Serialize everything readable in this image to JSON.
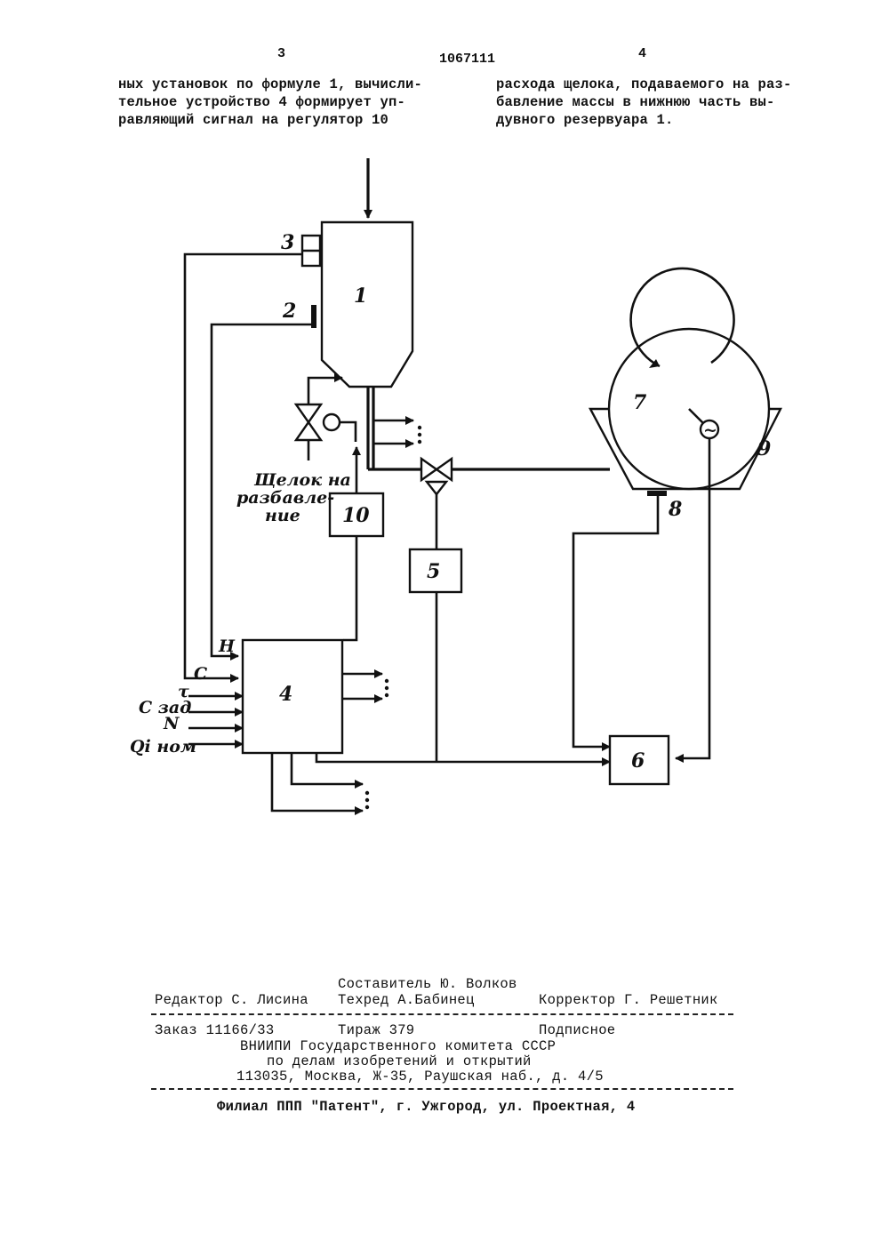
{
  "header": {
    "page_left": "3",
    "doc_number": "1067111",
    "page_right": "4"
  },
  "text": {
    "left_col": [
      "ных установок по формуле 1, вычисли-",
      "тельное устройство 4 формирует уп-",
      "равляющий сигнал на регулятор 10"
    ],
    "right_col": [
      "расхода щелока, подаваемого на раз-",
      "бавление массы в нижнюю часть вы-",
      "дувного резервуара 1."
    ]
  },
  "diagram": {
    "tank_label": "1",
    "sensor2_label": "2",
    "sensor3_label": "3",
    "computer_label": "4",
    "block5_label": "5",
    "block6_label": "6",
    "drum_label": "7",
    "sensor8_label": "8",
    "vat_label": "9",
    "regulator10_label": "10",
    "dilution_label": [
      "Щелок на",
      "разбавле-",
      "ние"
    ],
    "input_H": "H",
    "input_C": "C",
    "input_tau": "τ",
    "input_Czad": "C зад",
    "input_N": "N",
    "input_Qinom": "Qi ном",
    "motor_symbol": "~"
  },
  "footer": {
    "composer": "Составитель Ю. Волков",
    "editor": "Редактор С. Лисина",
    "techred": "Техред А.Бабинец",
    "corrector": "Корректор Г. Решетник",
    "order": "Заказ 11166/33",
    "circulation": "Тираж 379",
    "subscription": "Подписное",
    "org_line1": "ВНИИПИ Государственного комитета СССР",
    "org_line2": "по делам изобретений и открытий",
    "address": "113035, Москва, Ж-35, Раушская наб., д. 4/5",
    "branch": "Филиал ППП \"Патент\", г. Ужгород, ул. Проектная, 4"
  }
}
